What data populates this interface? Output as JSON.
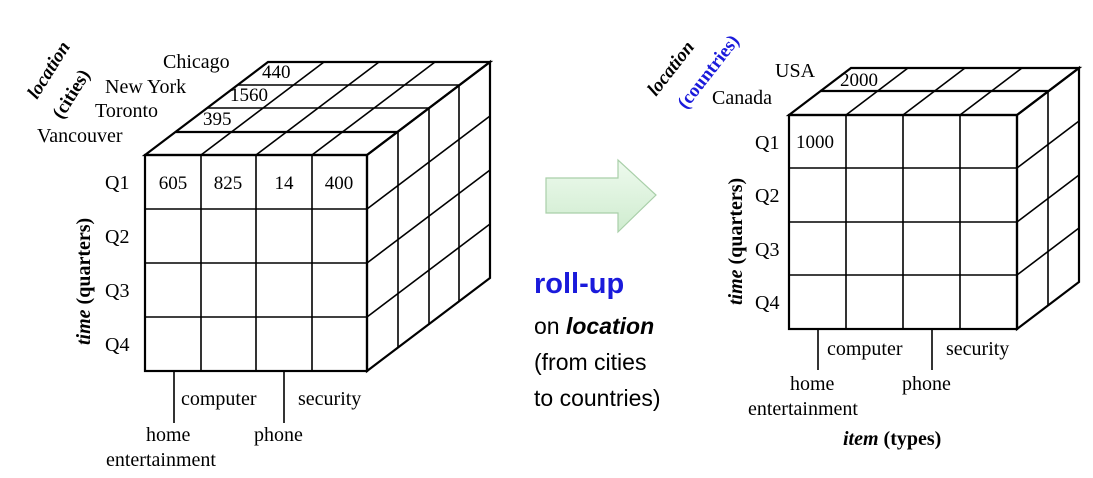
{
  "left_cube": {
    "location_word": "location",
    "location_detail": "(cities)",
    "cities": [
      "Chicago",
      "New York",
      "Toronto",
      "Vancouver"
    ],
    "top_values": [
      "440",
      "1560",
      "395"
    ],
    "time_word": "time",
    "time_detail": "(quarters)",
    "quarters": [
      "Q1",
      "Q2",
      "Q3",
      "Q4"
    ],
    "q1_values": [
      "605",
      "825",
      "14",
      "400"
    ],
    "items_upper": [
      "computer",
      "security"
    ],
    "items_lower": [
      "home",
      "entertainment",
      "phone"
    ]
  },
  "operation": {
    "title": "roll-up",
    "line1_prefix": "on ",
    "line1_emph": "location",
    "line2": "(from cities",
    "line3": "to countries)"
  },
  "right_cube": {
    "location_word": "location",
    "location_detail": "(countries)",
    "countries": [
      "USA",
      "Canada"
    ],
    "top_values": [
      "2000"
    ],
    "time_word": "time",
    "time_detail": "(quarters)",
    "quarters": [
      "Q1",
      "Q2",
      "Q3",
      "Q4"
    ],
    "q1_values": [
      "1000"
    ],
    "items_upper": [
      "computer",
      "security"
    ],
    "items_lower": [
      "home",
      "entertainment",
      "phone"
    ],
    "item_word": "item",
    "item_detail": "(types)"
  },
  "colors": {
    "accent_blue": "#1a1adb",
    "arrow_fill": "#d9f2d9",
    "arrow_stroke": "#a9cfa9"
  }
}
